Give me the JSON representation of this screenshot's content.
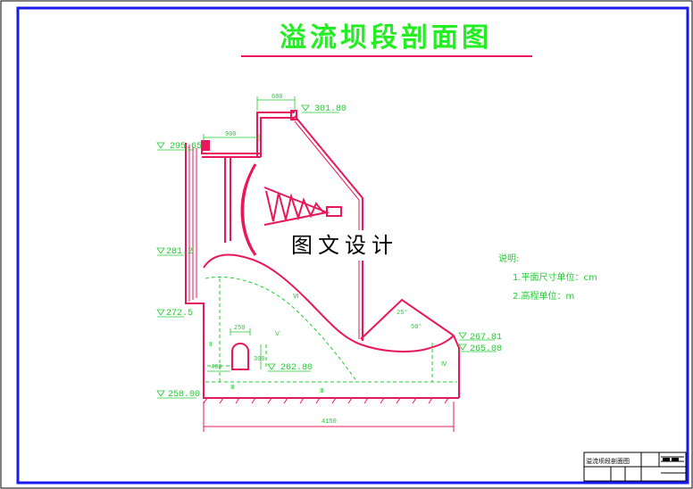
{
  "title": "溢流坝段剖面图",
  "watermark": "图文设计",
  "elevations": {
    "crest": "301.80",
    "upstream_top": "295.65",
    "level_1": "281.2",
    "level_2": "272.5",
    "gallery_floor": "262.80",
    "foundation": "258.00",
    "tailwater_1": "267.81",
    "tailwater_2": "265.08"
  },
  "dimensions": {
    "pier_width": "600",
    "bridge_span": "900",
    "gallery_width": "250",
    "gallery_height": "300",
    "gallery_offset": "400",
    "base_length": "4150"
  },
  "zones": [
    "Ⅵ",
    "Ⅴ",
    "Ⅱ",
    "Ⅲ",
    "Ⅳ",
    "Ⅲ"
  ],
  "angles": [
    "25°",
    "50°"
  ],
  "notes": {
    "heading": "说明:",
    "items": [
      "1.平面尺寸单位：cm",
      "2.高程单位：m"
    ]
  },
  "title_block": {
    "name": "溢流坝段剖面图"
  },
  "colors": {
    "frame": "#1a1aee",
    "structure": "#e8185a",
    "annotation": "#22cc33",
    "title": "#22ee22"
  }
}
